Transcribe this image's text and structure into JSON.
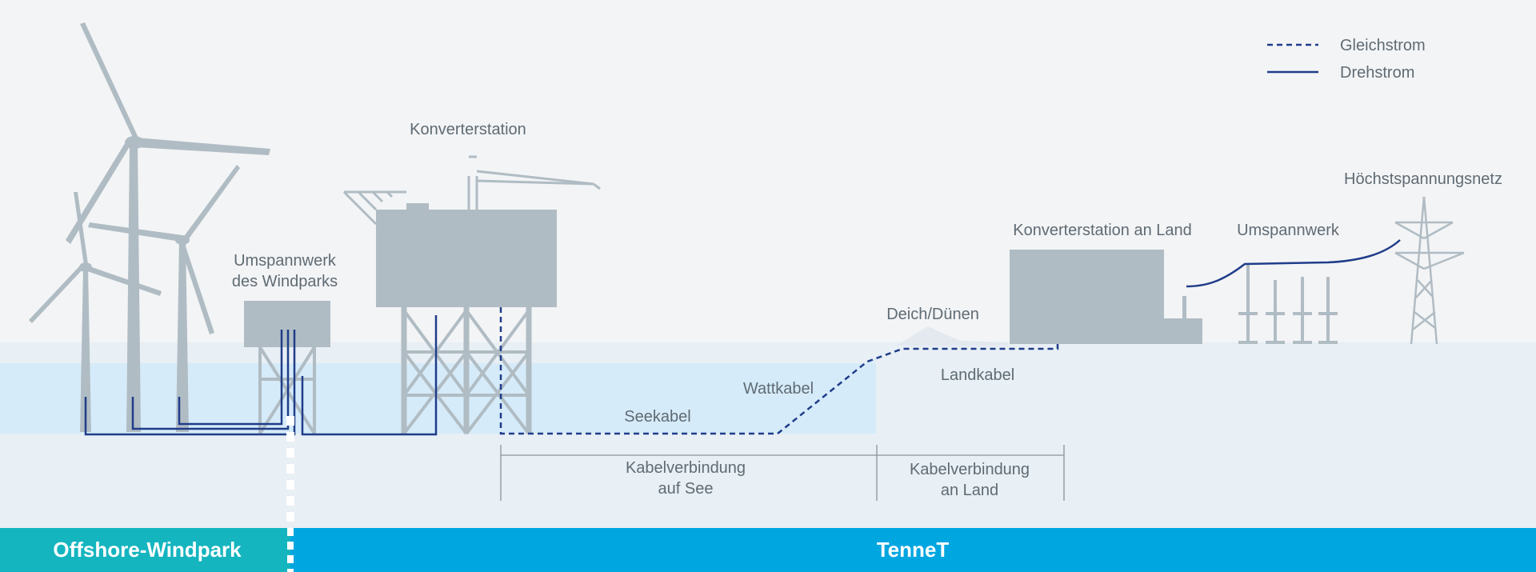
{
  "legend": {
    "dc_label": "Gleichstrom",
    "ac_label": "Drehstrom"
  },
  "labels": {
    "converter_offshore": "Konverterstation",
    "substation_windpark_line1": "Umspannwerk",
    "substation_windpark_line2": "des Windparks",
    "converter_onshore": "Konverterstation an Land",
    "substation": "Umspannwerk",
    "grid": "Höchstspannungsnetz",
    "dike": "Deich/Dünen",
    "sea_cable": "Seekabel",
    "tidal_cable": "Wattkabel",
    "land_cable": "Landkabel"
  },
  "dimensions": {
    "sea_line1": "Kabelverbindung",
    "sea_line2": "auf See",
    "land_line1": "Kabelverbindung",
    "land_line2": "an Land"
  },
  "bands": {
    "offshore": "Offshore-Windpark",
    "tennet": "TenneT"
  },
  "colors": {
    "background": "#f3f4f6",
    "seabed": "#e8eff5",
    "water": "#d6ebf9",
    "structure": "#b0bcc3",
    "cable": "#1f3d8a",
    "offshore_band": "#14b5bf",
    "tennet_band": "#00a6e0"
  }
}
